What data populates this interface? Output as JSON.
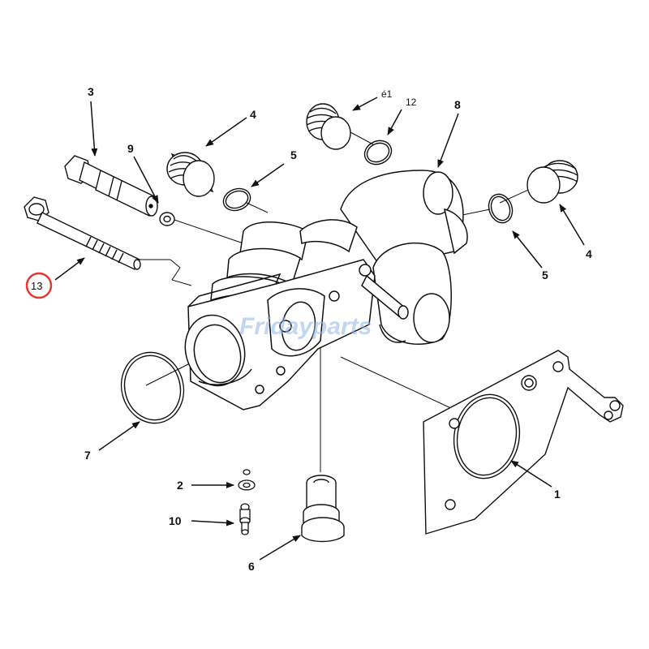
{
  "diagram": {
    "callouts": {
      "c1": "1",
      "c2": "2",
      "c3": "3",
      "c4a": "4",
      "c4b": "4",
      "c5a": "5",
      "c5b": "5",
      "c6": "6",
      "c7": "7",
      "c8": "8",
      "c9": "9",
      "c10": "10",
      "c11": "é1",
      "c12": "12",
      "c13": "13"
    },
    "highlight_color": "#e03a2f",
    "watermark": "Fridayparts"
  }
}
